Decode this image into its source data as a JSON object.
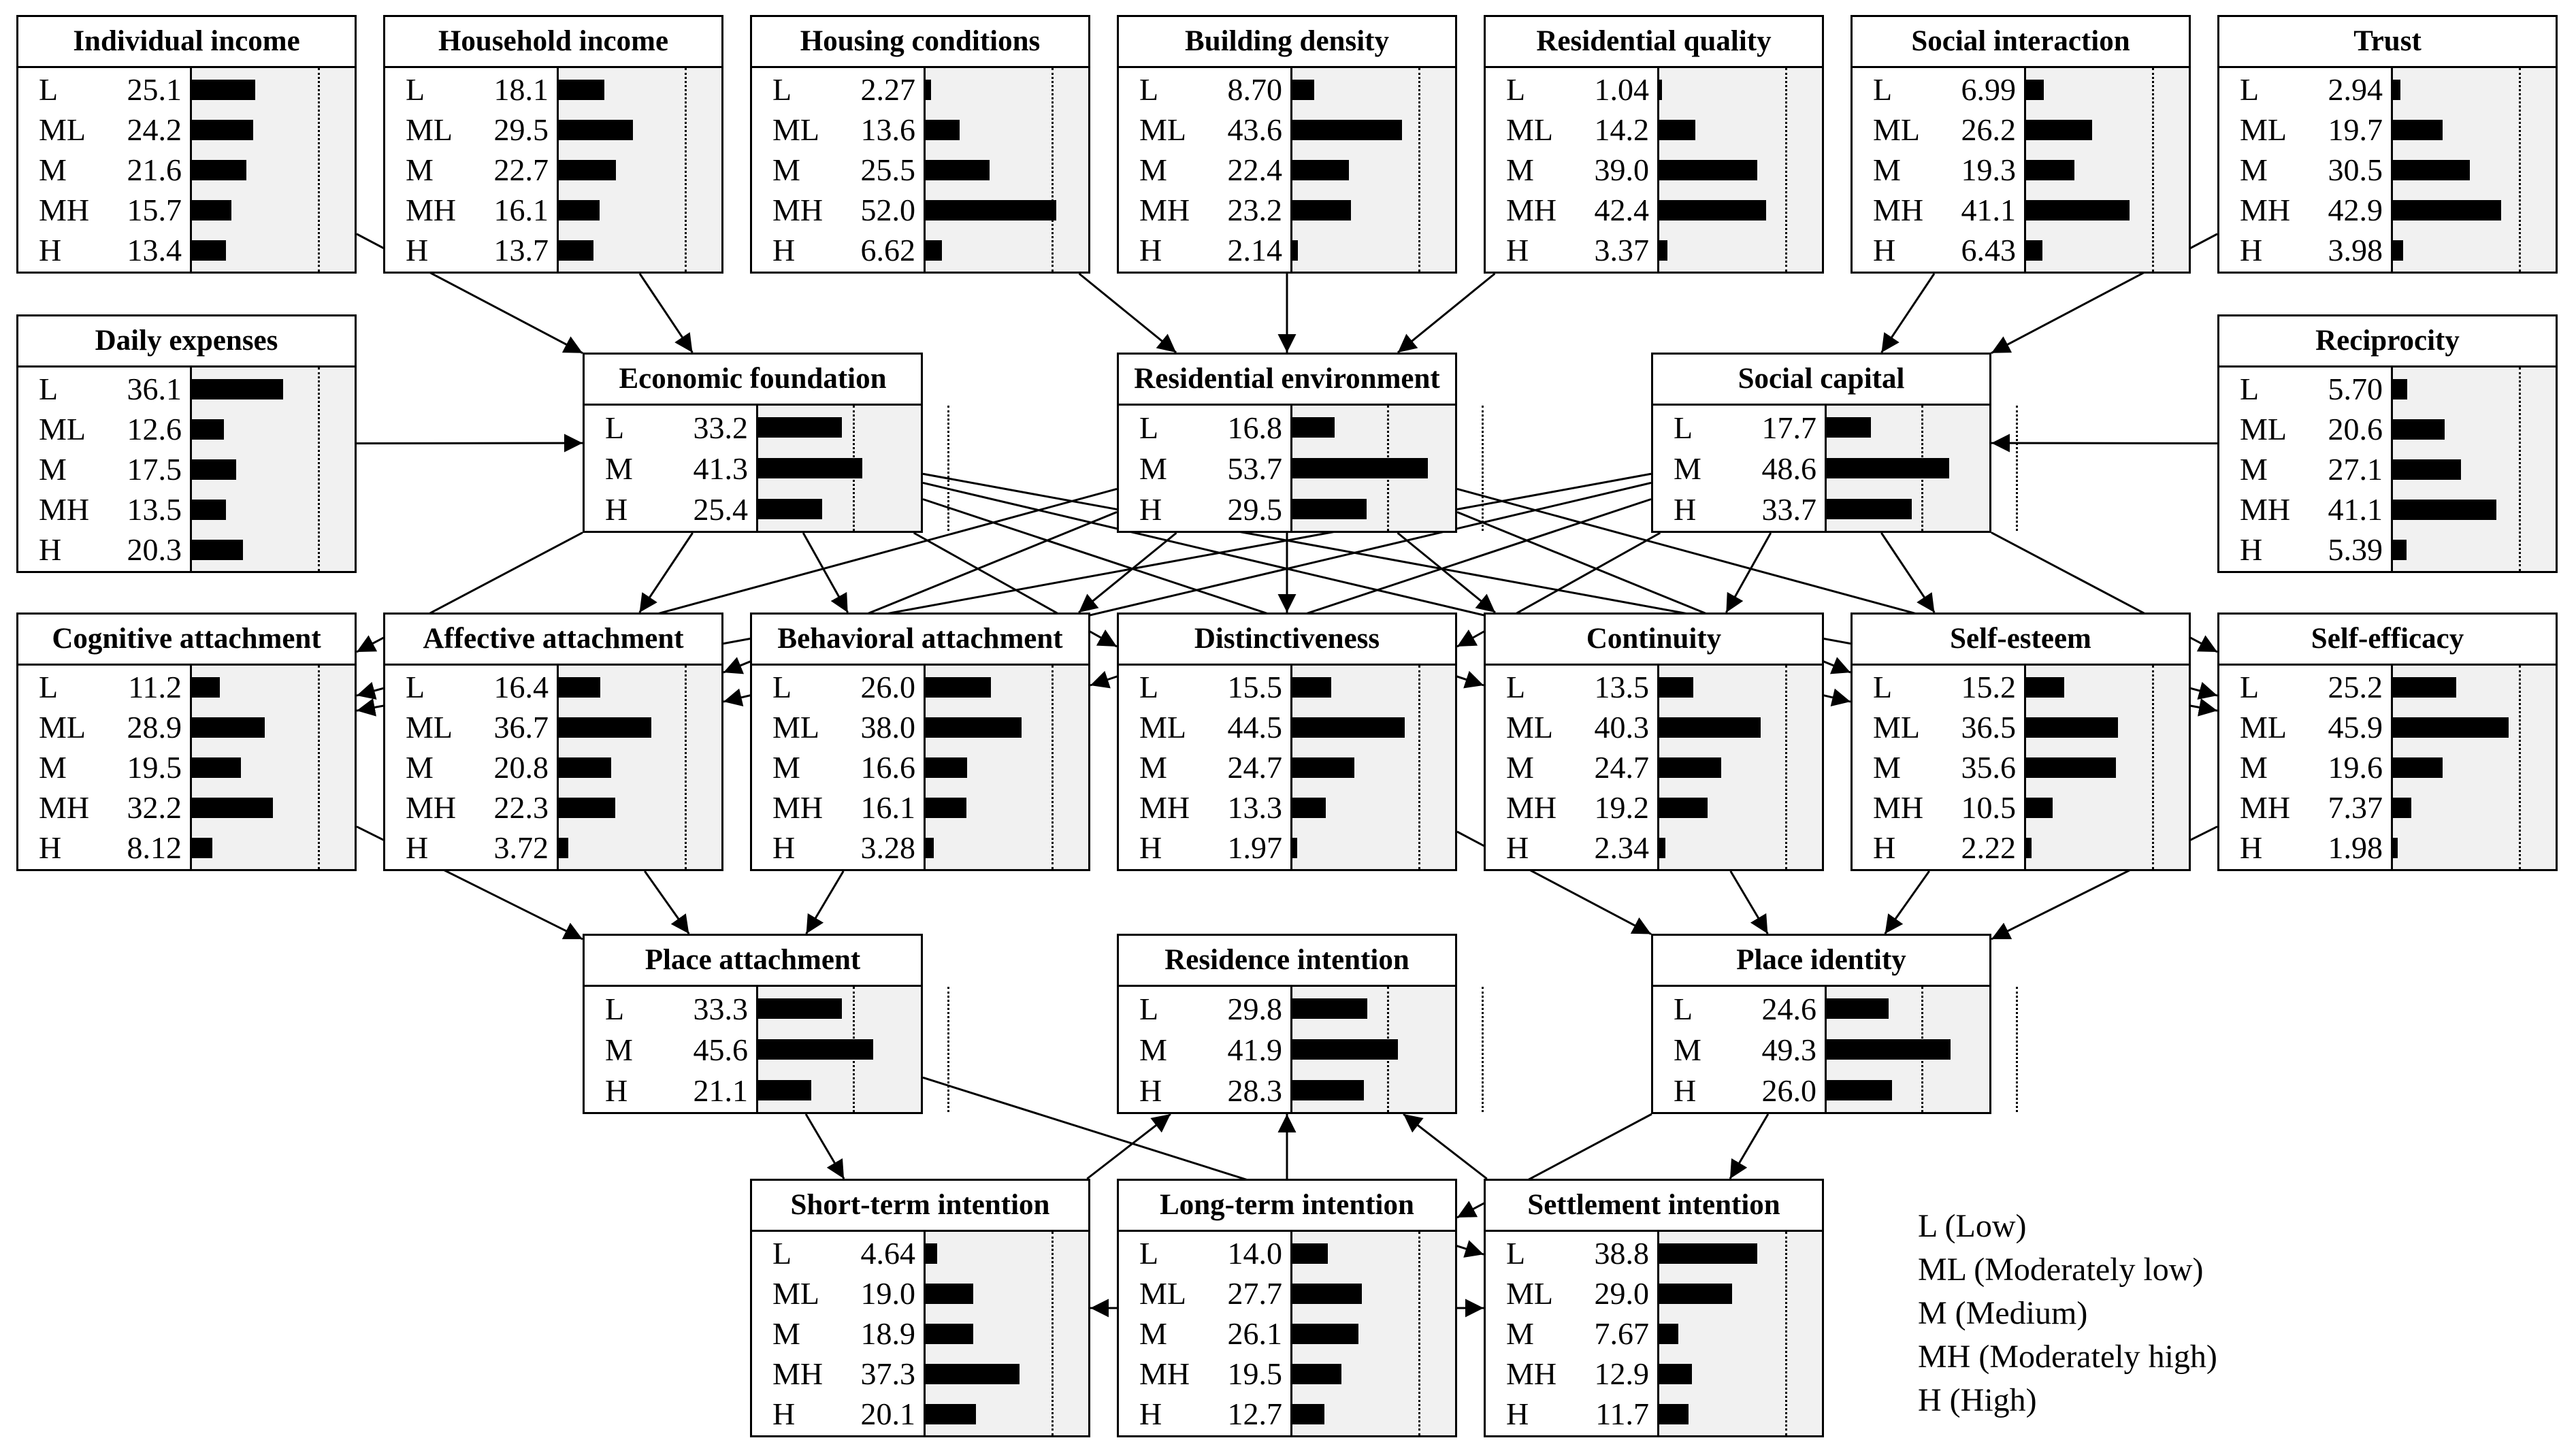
{
  "nodes": [
    {
      "id": "individual_income",
      "title": "Individual income",
      "states": [
        {
          "s": "L",
          "v": "25.1"
        },
        {
          "s": "ML",
          "v": "24.2"
        },
        {
          "s": "M",
          "v": "21.6"
        },
        {
          "s": "MH",
          "v": "15.7"
        },
        {
          "s": "H",
          "v": "13.4"
        }
      ]
    },
    {
      "id": "household_income",
      "title": "Household income",
      "states": [
        {
          "s": "L",
          "v": "18.1"
        },
        {
          "s": "ML",
          "v": "29.5"
        },
        {
          "s": "M",
          "v": "22.7"
        },
        {
          "s": "MH",
          "v": "16.1"
        },
        {
          "s": "H",
          "v": "13.7"
        }
      ]
    },
    {
      "id": "housing_conditions",
      "title": "Housing conditions",
      "states": [
        {
          "s": "L",
          "v": "2.27"
        },
        {
          "s": "ML",
          "v": "13.6"
        },
        {
          "s": "M",
          "v": "25.5"
        },
        {
          "s": "MH",
          "v": "52.0"
        },
        {
          "s": "H",
          "v": "6.62"
        }
      ]
    },
    {
      "id": "building_density",
      "title": "Building density",
      "states": [
        {
          "s": "L",
          "v": "8.70"
        },
        {
          "s": "ML",
          "v": "43.6"
        },
        {
          "s": "M",
          "v": "22.4"
        },
        {
          "s": "MH",
          "v": "23.2"
        },
        {
          "s": "H",
          "v": "2.14"
        }
      ]
    },
    {
      "id": "residential_quality",
      "title": "Residential quality",
      "states": [
        {
          "s": "L",
          "v": "1.04"
        },
        {
          "s": "ML",
          "v": "14.2"
        },
        {
          "s": "M",
          "v": "39.0"
        },
        {
          "s": "MH",
          "v": "42.4"
        },
        {
          "s": "H",
          "v": "3.37"
        }
      ]
    },
    {
      "id": "social_interaction",
      "title": "Social interaction",
      "states": [
        {
          "s": "L",
          "v": "6.99"
        },
        {
          "s": "ML",
          "v": "26.2"
        },
        {
          "s": "M",
          "v": "19.3"
        },
        {
          "s": "MH",
          "v": "41.1"
        },
        {
          "s": "H",
          "v": "6.43"
        }
      ]
    },
    {
      "id": "trust",
      "title": "Trust",
      "states": [
        {
          "s": "L",
          "v": "2.94"
        },
        {
          "s": "ML",
          "v": "19.7"
        },
        {
          "s": "M",
          "v": "30.5"
        },
        {
          "s": "MH",
          "v": "42.9"
        },
        {
          "s": "H",
          "v": "3.98"
        }
      ]
    },
    {
      "id": "daily_expenses",
      "title": "Daily expenses",
      "states": [
        {
          "s": "L",
          "v": "36.1"
        },
        {
          "s": "ML",
          "v": "12.6"
        },
        {
          "s": "M",
          "v": "17.5"
        },
        {
          "s": "MH",
          "v": "13.5"
        },
        {
          "s": "H",
          "v": "20.3"
        }
      ]
    },
    {
      "id": "economic_foundation",
      "title": "Economic foundation",
      "states": [
        {
          "s": "L",
          "v": "33.2"
        },
        {
          "s": "M",
          "v": "41.3"
        },
        {
          "s": "H",
          "v": "25.4"
        }
      ]
    },
    {
      "id": "residential_environment",
      "title": "Residential environment",
      "states": [
        {
          "s": "L",
          "v": "16.8"
        },
        {
          "s": "M",
          "v": "53.7"
        },
        {
          "s": "H",
          "v": "29.5"
        }
      ]
    },
    {
      "id": "social_capital",
      "title": "Social capital",
      "states": [
        {
          "s": "L",
          "v": "17.7"
        },
        {
          "s": "M",
          "v": "48.6"
        },
        {
          "s": "H",
          "v": "33.7"
        }
      ]
    },
    {
      "id": "reciprocity",
      "title": "Reciprocity",
      "states": [
        {
          "s": "L",
          "v": "5.70"
        },
        {
          "s": "ML",
          "v": "20.6"
        },
        {
          "s": "M",
          "v": "27.1"
        },
        {
          "s": "MH",
          "v": "41.1"
        },
        {
          "s": "H",
          "v": "5.39"
        }
      ]
    },
    {
      "id": "cognitive_attachment",
      "title": "Cognitive attachment",
      "states": [
        {
          "s": "L",
          "v": "11.2"
        },
        {
          "s": "ML",
          "v": "28.9"
        },
        {
          "s": "M",
          "v": "19.5"
        },
        {
          "s": "MH",
          "v": "32.2"
        },
        {
          "s": "H",
          "v": "8.12"
        }
      ]
    },
    {
      "id": "affective_attachment",
      "title": "Affective attachment",
      "states": [
        {
          "s": "L",
          "v": "16.4"
        },
        {
          "s": "ML",
          "v": "36.7"
        },
        {
          "s": "M",
          "v": "20.8"
        },
        {
          "s": "MH",
          "v": "22.3"
        },
        {
          "s": "H",
          "v": "3.72"
        }
      ]
    },
    {
      "id": "behavioral_attachment",
      "title": "Behavioral attachment",
      "states": [
        {
          "s": "L",
          "v": "26.0"
        },
        {
          "s": "ML",
          "v": "38.0"
        },
        {
          "s": "M",
          "v": "16.6"
        },
        {
          "s": "MH",
          "v": "16.1"
        },
        {
          "s": "H",
          "v": "3.28"
        }
      ]
    },
    {
      "id": "distinctiveness",
      "title": "Distinctiveness",
      "states": [
        {
          "s": "L",
          "v": "15.5"
        },
        {
          "s": "ML",
          "v": "44.5"
        },
        {
          "s": "M",
          "v": "24.7"
        },
        {
          "s": "MH",
          "v": "13.3"
        },
        {
          "s": "H",
          "v": "1.97"
        }
      ]
    },
    {
      "id": "continuity",
      "title": "Continuity",
      "states": [
        {
          "s": "L",
          "v": "13.5"
        },
        {
          "s": "ML",
          "v": "40.3"
        },
        {
          "s": "M",
          "v": "24.7"
        },
        {
          "s": "MH",
          "v": "19.2"
        },
        {
          "s": "H",
          "v": "2.34"
        }
      ]
    },
    {
      "id": "self_esteem",
      "title": "Self-esteem",
      "states": [
        {
          "s": "L",
          "v": "15.2"
        },
        {
          "s": "ML",
          "v": "36.5"
        },
        {
          "s": "M",
          "v": "35.6"
        },
        {
          "s": "MH",
          "v": "10.5"
        },
        {
          "s": "H",
          "v": "2.22"
        }
      ]
    },
    {
      "id": "self_efficacy",
      "title": "Self-efficacy",
      "states": [
        {
          "s": "L",
          "v": "25.2"
        },
        {
          "s": "ML",
          "v": "45.9"
        },
        {
          "s": "M",
          "v": "19.6"
        },
        {
          "s": "MH",
          "v": "7.37"
        },
        {
          "s": "H",
          "v": "1.98"
        }
      ]
    },
    {
      "id": "place_attachment",
      "title": "Place attachment",
      "states": [
        {
          "s": "L",
          "v": "33.3"
        },
        {
          "s": "M",
          "v": "45.6"
        },
        {
          "s": "H",
          "v": "21.1"
        }
      ]
    },
    {
      "id": "residence_intention",
      "title": "Residence intention",
      "states": [
        {
          "s": "L",
          "v": "29.8"
        },
        {
          "s": "M",
          "v": "41.9"
        },
        {
          "s": "H",
          "v": "28.3"
        }
      ]
    },
    {
      "id": "place_identity",
      "title": "Place identity",
      "states": [
        {
          "s": "L",
          "v": "24.6"
        },
        {
          "s": "M",
          "v": "49.3"
        },
        {
          "s": "H",
          "v": "26.0"
        }
      ]
    },
    {
      "id": "short_term_intention",
      "title": "Short-term intention",
      "states": [
        {
          "s": "L",
          "v": "4.64"
        },
        {
          "s": "ML",
          "v": "19.0"
        },
        {
          "s": "M",
          "v": "18.9"
        },
        {
          "s": "MH",
          "v": "37.3"
        },
        {
          "s": "H",
          "v": "20.1"
        }
      ]
    },
    {
      "id": "long_term_intention",
      "title": "Long-term intention",
      "states": [
        {
          "s": "L",
          "v": "14.0"
        },
        {
          "s": "ML",
          "v": "27.7"
        },
        {
          "s": "M",
          "v": "26.1"
        },
        {
          "s": "MH",
          "v": "19.5"
        },
        {
          "s": "H",
          "v": "12.7"
        }
      ]
    },
    {
      "id": "settlement_intention",
      "title": "Settlement intention",
      "states": [
        {
          "s": "L",
          "v": "38.8"
        },
        {
          "s": "ML",
          "v": "29.0"
        },
        {
          "s": "M",
          "v": "7.67"
        },
        {
          "s": "MH",
          "v": "12.9"
        },
        {
          "s": "H",
          "v": "11.7"
        }
      ]
    }
  ],
  "edges": [
    [
      "individual_income",
      "economic_foundation"
    ],
    [
      "household_income",
      "economic_foundation"
    ],
    [
      "daily_expenses",
      "economic_foundation"
    ],
    [
      "housing_conditions",
      "residential_environment"
    ],
    [
      "building_density",
      "residential_environment"
    ],
    [
      "residential_quality",
      "residential_environment"
    ],
    [
      "social_interaction",
      "social_capital"
    ],
    [
      "trust",
      "social_capital"
    ],
    [
      "reciprocity",
      "social_capital"
    ],
    [
      "economic_foundation",
      "cognitive_attachment"
    ],
    [
      "economic_foundation",
      "affective_attachment"
    ],
    [
      "economic_foundation",
      "behavioral_attachment"
    ],
    [
      "economic_foundation",
      "distinctiveness"
    ],
    [
      "economic_foundation",
      "continuity"
    ],
    [
      "economic_foundation",
      "self_esteem"
    ],
    [
      "economic_foundation",
      "self_efficacy"
    ],
    [
      "residential_environment",
      "cognitive_attachment"
    ],
    [
      "residential_environment",
      "affective_attachment"
    ],
    [
      "residential_environment",
      "behavioral_attachment"
    ],
    [
      "residential_environment",
      "distinctiveness"
    ],
    [
      "residential_environment",
      "continuity"
    ],
    [
      "residential_environment",
      "self_esteem"
    ],
    [
      "residential_environment",
      "self_efficacy"
    ],
    [
      "social_capital",
      "cognitive_attachment"
    ],
    [
      "social_capital",
      "affective_attachment"
    ],
    [
      "social_capital",
      "behavioral_attachment"
    ],
    [
      "social_capital",
      "distinctiveness"
    ],
    [
      "social_capital",
      "continuity"
    ],
    [
      "social_capital",
      "self_esteem"
    ],
    [
      "social_capital",
      "self_efficacy"
    ],
    [
      "cognitive_attachment",
      "place_attachment"
    ],
    [
      "affective_attachment",
      "place_attachment"
    ],
    [
      "behavioral_attachment",
      "place_attachment"
    ],
    [
      "distinctiveness",
      "place_identity"
    ],
    [
      "continuity",
      "place_identity"
    ],
    [
      "self_esteem",
      "place_identity"
    ],
    [
      "self_efficacy",
      "place_identity"
    ],
    [
      "place_attachment",
      "short_term_intention"
    ],
    [
      "place_attachment",
      "settlement_intention"
    ],
    [
      "place_identity",
      "long_term_intention"
    ],
    [
      "place_identity",
      "settlement_intention"
    ],
    [
      "short_term_intention",
      "residence_intention"
    ],
    [
      "long_term_intention",
      "residence_intention"
    ],
    [
      "settlement_intention",
      "residence_intention"
    ],
    [
      "long_term_intention",
      "short_term_intention"
    ],
    [
      "long_term_intention",
      "settlement_intention"
    ]
  ],
  "legend": [
    "L (Low)",
    "ML (Moderately low)",
    "M (Medium)",
    "MH (Moderately high)",
    "H (High)"
  ]
}
